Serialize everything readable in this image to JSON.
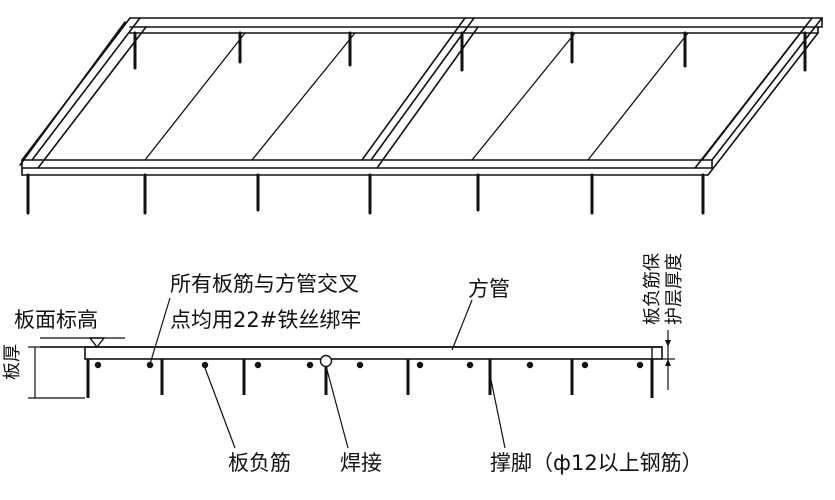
{
  "labels": {
    "all_crossings_line1": "所有板筋与方管交叉",
    "all_crossings_line2": "点均用22#铁丝绑牢",
    "square_tube": "方管",
    "slab_top_elevation": "板面标高",
    "slab_thickness": "板厚",
    "negative_rebar": "板负筋",
    "weld": "焊接",
    "support_leg": "撑脚（ф12以上钢筋）",
    "cover_line1": "板负筋保",
    "cover_line2": "护层厚度"
  }
}
